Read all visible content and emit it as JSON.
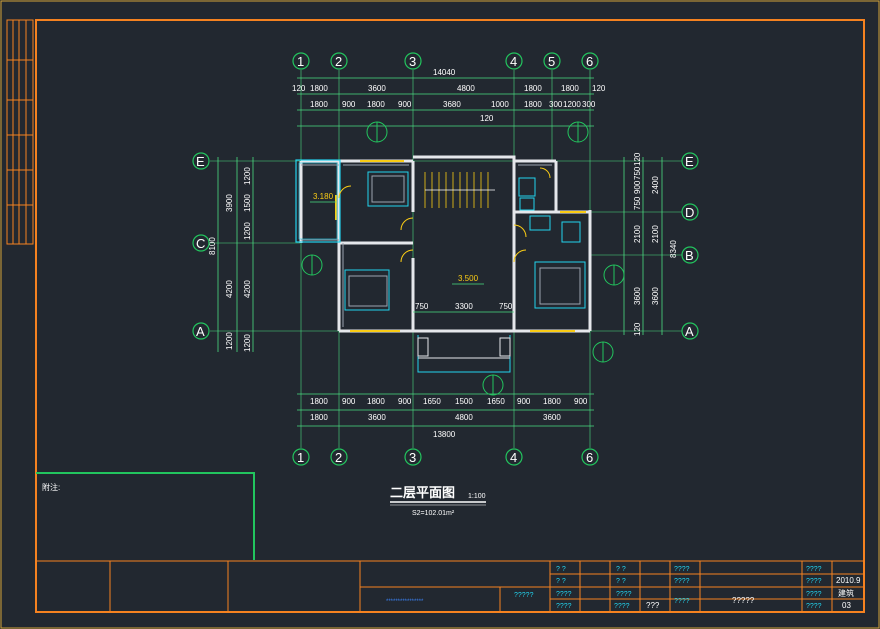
{
  "drawing": {
    "title": "二层平面图",
    "scale": "1:100",
    "area": "S2=102.01m²",
    "notes_label": "附注:",
    "levels": [
      "3.180",
      "3.500"
    ]
  },
  "grid": {
    "columns": [
      "1",
      "2",
      "3",
      "4",
      "5",
      "6"
    ],
    "bottom_columns": [
      "1",
      "2",
      "3",
      "4",
      "6"
    ],
    "rows": [
      "E",
      "D",
      "C",
      "B",
      "A"
    ]
  },
  "dims": {
    "top_total": "14040",
    "top_row1": [
      "120",
      "1800",
      "3600",
      "4800",
      "1800",
      "1800",
      "120"
    ],
    "top_row2": [
      "1800",
      "900",
      "1800",
      "900",
      "3680",
      "1000",
      "1800",
      "300",
      "1200",
      "300"
    ],
    "top_row3": "120",
    "bottom_row1": [
      "1800",
      "900",
      "1800",
      "900",
      "1650",
      "1500",
      "1650",
      "900",
      "1800",
      "900"
    ],
    "bottom_row2": [
      "1800",
      "3600",
      "4800",
      "3600"
    ],
    "bottom_total": "13800",
    "left_outer": [
      "3900",
      "8100",
      "1200"
    ],
    "left_inner": [
      "1200",
      "1500",
      "1200",
      "4200",
      "1200"
    ],
    "left_inner2": "4200",
    "right_inner": [
      "120",
      "750",
      "900",
      "750",
      "3600",
      "120"
    ],
    "right_outer": [
      "2400",
      "2100",
      "2100",
      "3600"
    ],
    "right_total": "8340",
    "interior": [
      "750",
      "3300",
      "750"
    ]
  },
  "title_block": {
    "cyan_marks": [
      "?  ?",
      "?  ?",
      "????",
      "????",
      "????",
      "????",
      "?????",
      "????",
      "????",
      "?  ?",
      "?  ?",
      "????",
      "????"
    ],
    "white_marks": [
      "????",
      "????",
      "???",
      "?????",
      "2010.9",
      "建筑",
      "03"
    ],
    "blue_text": "****************"
  }
}
